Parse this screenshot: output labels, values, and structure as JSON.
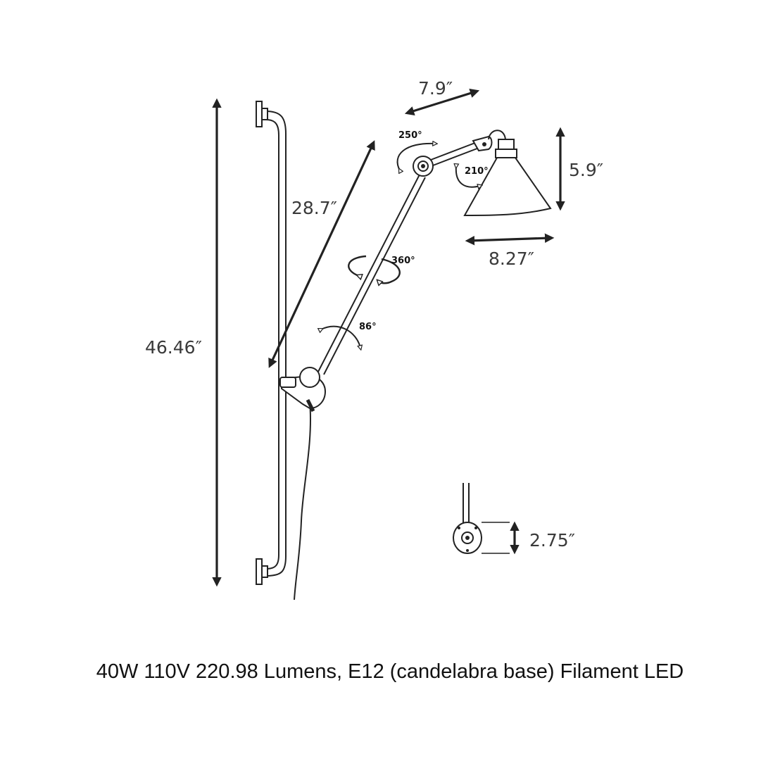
{
  "dimensions": {
    "overall_height": "46.46″",
    "arm_length": "28.7″",
    "upper_arm_length": "7.9″",
    "shade_height": "5.9″",
    "shade_diameter": "8.27″",
    "base_plate": "2.75″"
  },
  "angles": {
    "elbow_rotation": "250°",
    "shade_rotation": "210°",
    "arm_swivel": "360°",
    "arm_tilt": "86°"
  },
  "caption": "40W 110V 220.98 Lumens, E12 (candelabra base) Filament LED"
}
